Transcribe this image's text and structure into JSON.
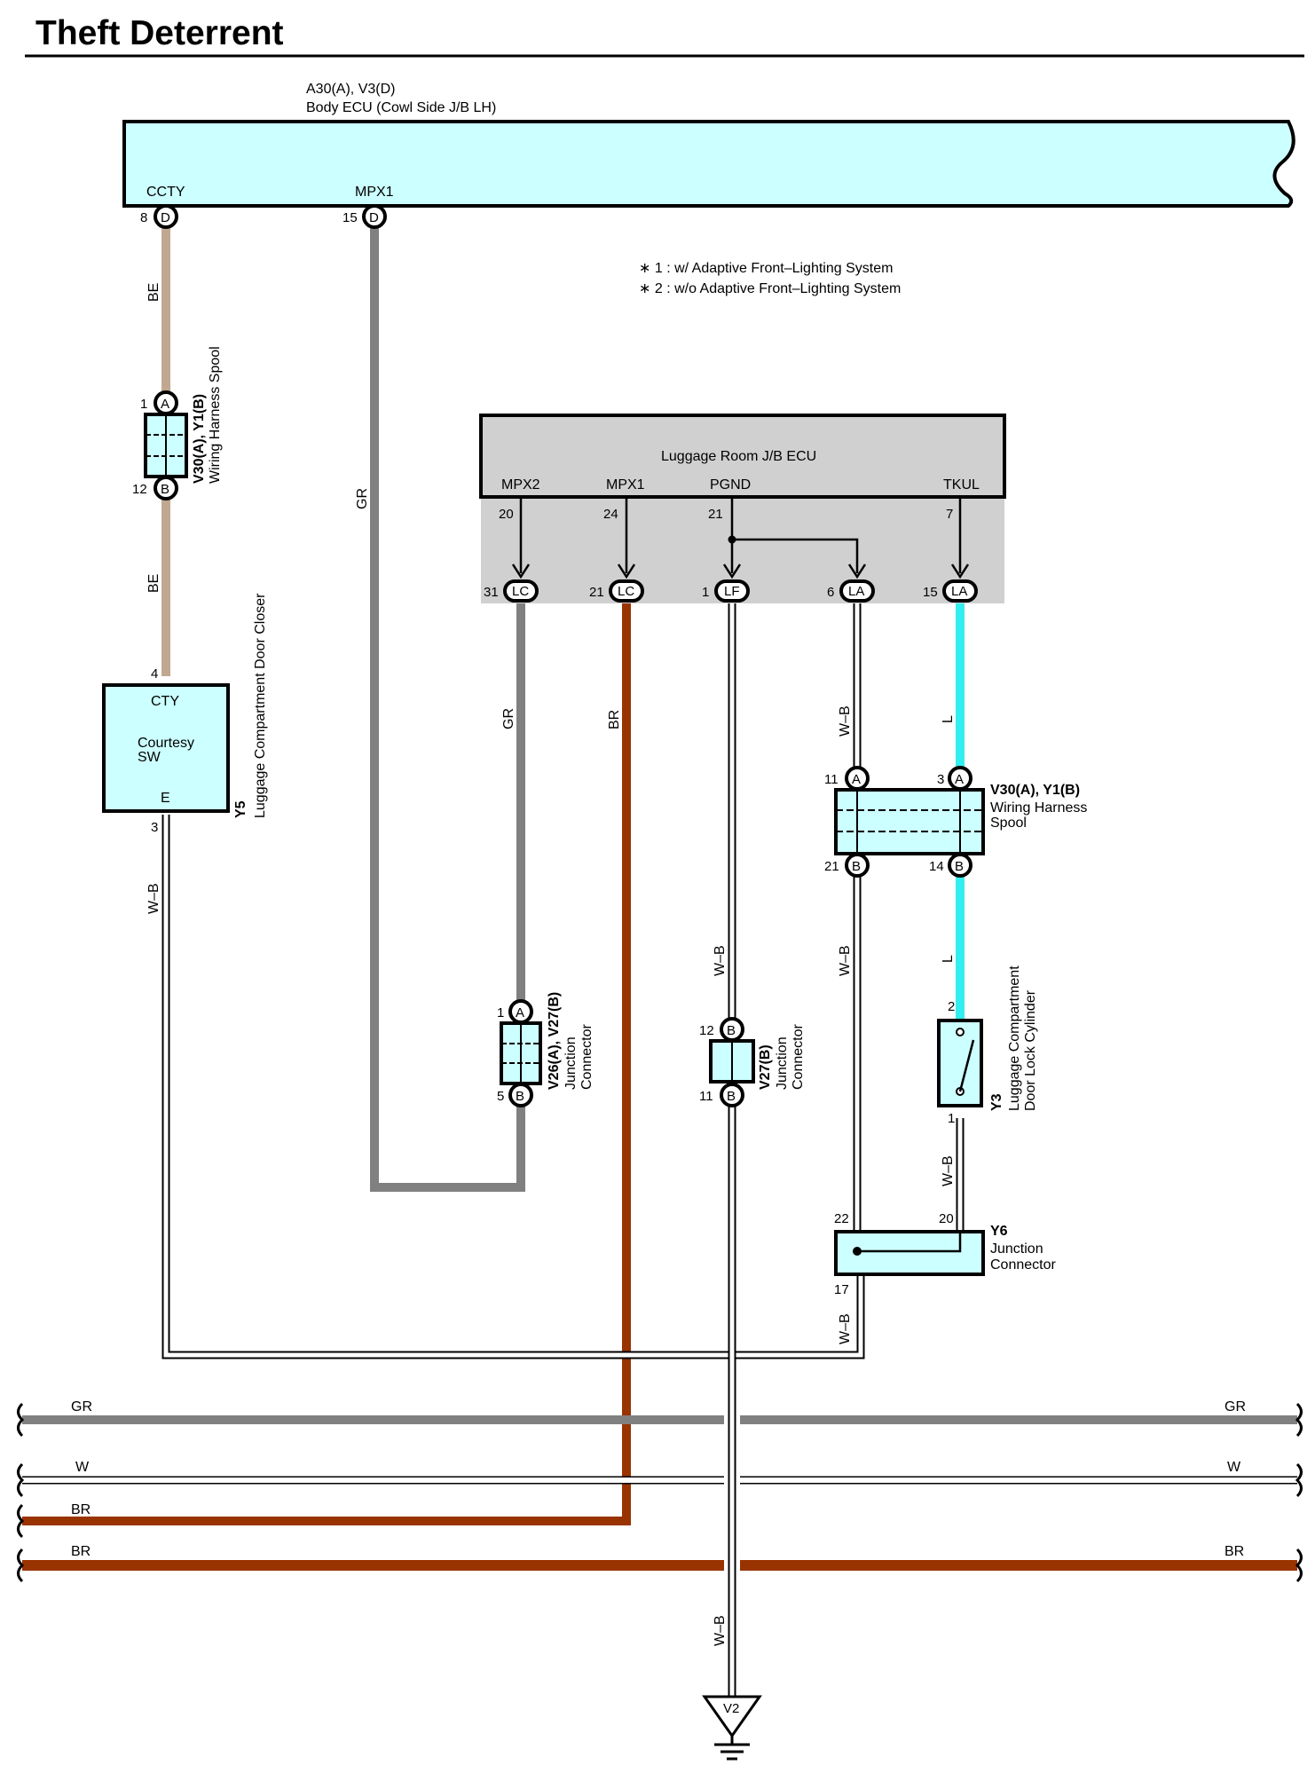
{
  "title": "Theft Deterrent",
  "body_ecu": {
    "code": "A30(A), V3(D)",
    "name": "Body ECU (Cowl Side J/B LH)",
    "pins": [
      {
        "label": "CCTY",
        "num": "8",
        "conn": "D"
      },
      {
        "label": "MPX1",
        "num": "15",
        "conn": "D"
      }
    ]
  },
  "notes": [
    "∗ 1 : w/ Adaptive Front–Lighting System",
    "∗ 2 : w/o Adaptive Front–Lighting System"
  ],
  "luggage_ecu": {
    "name": "Luggage Room J/B ECU",
    "terminals": [
      {
        "label": "MPX2",
        "pin": "20"
      },
      {
        "label": "MPX1",
        "pin": "24"
      },
      {
        "label": "PGND",
        "pin": "21"
      },
      {
        "label": "TKUL",
        "pin": "7"
      }
    ],
    "connectors": [
      {
        "num": "31",
        "conn": "LC"
      },
      {
        "num": "21",
        "conn": "LC"
      },
      {
        "num": "1",
        "conn": "LF"
      },
      {
        "num": "6",
        "conn": "LA"
      },
      {
        "num": "15",
        "conn": "LA"
      }
    ]
  },
  "spool_left": {
    "code": "V30(A), Y1(B)",
    "name": "Wiring Harness Spool",
    "pin_a": "1",
    "conn_a": "A",
    "pin_b": "12",
    "conn_b": "B"
  },
  "courtesy_sw": {
    "id": "Y5",
    "name": "Luggage Compartment Door Closer",
    "top": "CTY",
    "body1": "Courtesy",
    "body2": "SW",
    "bottom": "E",
    "pin_top": "4",
    "pin_bottom": "3"
  },
  "jc_v26": {
    "code": "V26(A), V27(B)",
    "line1": "Junction",
    "line2": "Connector",
    "pin_a": "1",
    "conn_a": "A",
    "pin_b": "5",
    "conn_b": "B"
  },
  "jc_v27": {
    "code": "V27(B)",
    "line1": "Junction",
    "line2": "Connector",
    "pin_a": "12",
    "conn_a": "B",
    "pin_b": "11",
    "conn_b": "B"
  },
  "spool_right": {
    "code": "V30(A), Y1(B)",
    "line1": "Wiring Harness",
    "line2": "Spool",
    "pins_top": [
      {
        "num": "11",
        "conn": "A"
      },
      {
        "num": "3",
        "conn": "A"
      }
    ],
    "pins_bottom": [
      {
        "num": "21",
        "conn": "B"
      },
      {
        "num": "14",
        "conn": "B"
      }
    ]
  },
  "door_lock": {
    "id": "Y3",
    "line1": "Luggage Compartment",
    "line2": "Door Lock Cylinder",
    "pin_top": "2",
    "pin_bottom": "1"
  },
  "y6": {
    "id": "Y6",
    "line1": "Junction",
    "line2": "Connector",
    "pin_22": "22",
    "pin_20": "20",
    "pin_17": "17"
  },
  "wire_labels": {
    "be1": "BE",
    "be2": "BE",
    "gr_mpx1": "GR",
    "gr_mpx2": "GR",
    "br_mpx1": "BR",
    "wb_sw": "W–B",
    "wb_gnd": "W–B",
    "wb_la6": "W–B",
    "wb_sp21": "W–B",
    "wb_y6": "W–B",
    "wb_y3": "W–B",
    "wb_ground": "W–B",
    "l1": "L",
    "l2": "L"
  },
  "buses": [
    {
      "label": "GR",
      "color": "#808080"
    },
    {
      "label": "W",
      "color": "#ffffff"
    },
    {
      "label": "BR",
      "color": "#993300"
    },
    {
      "label": "BR",
      "color": "#993300"
    }
  ],
  "ground": {
    "id": "V2"
  },
  "colors": {
    "component_fill": "#ccffff",
    "ecu_fill": "#d0d0d0",
    "be": "#c0a890",
    "gr": "#808080",
    "br": "#993300",
    "l": "#33eeee"
  }
}
